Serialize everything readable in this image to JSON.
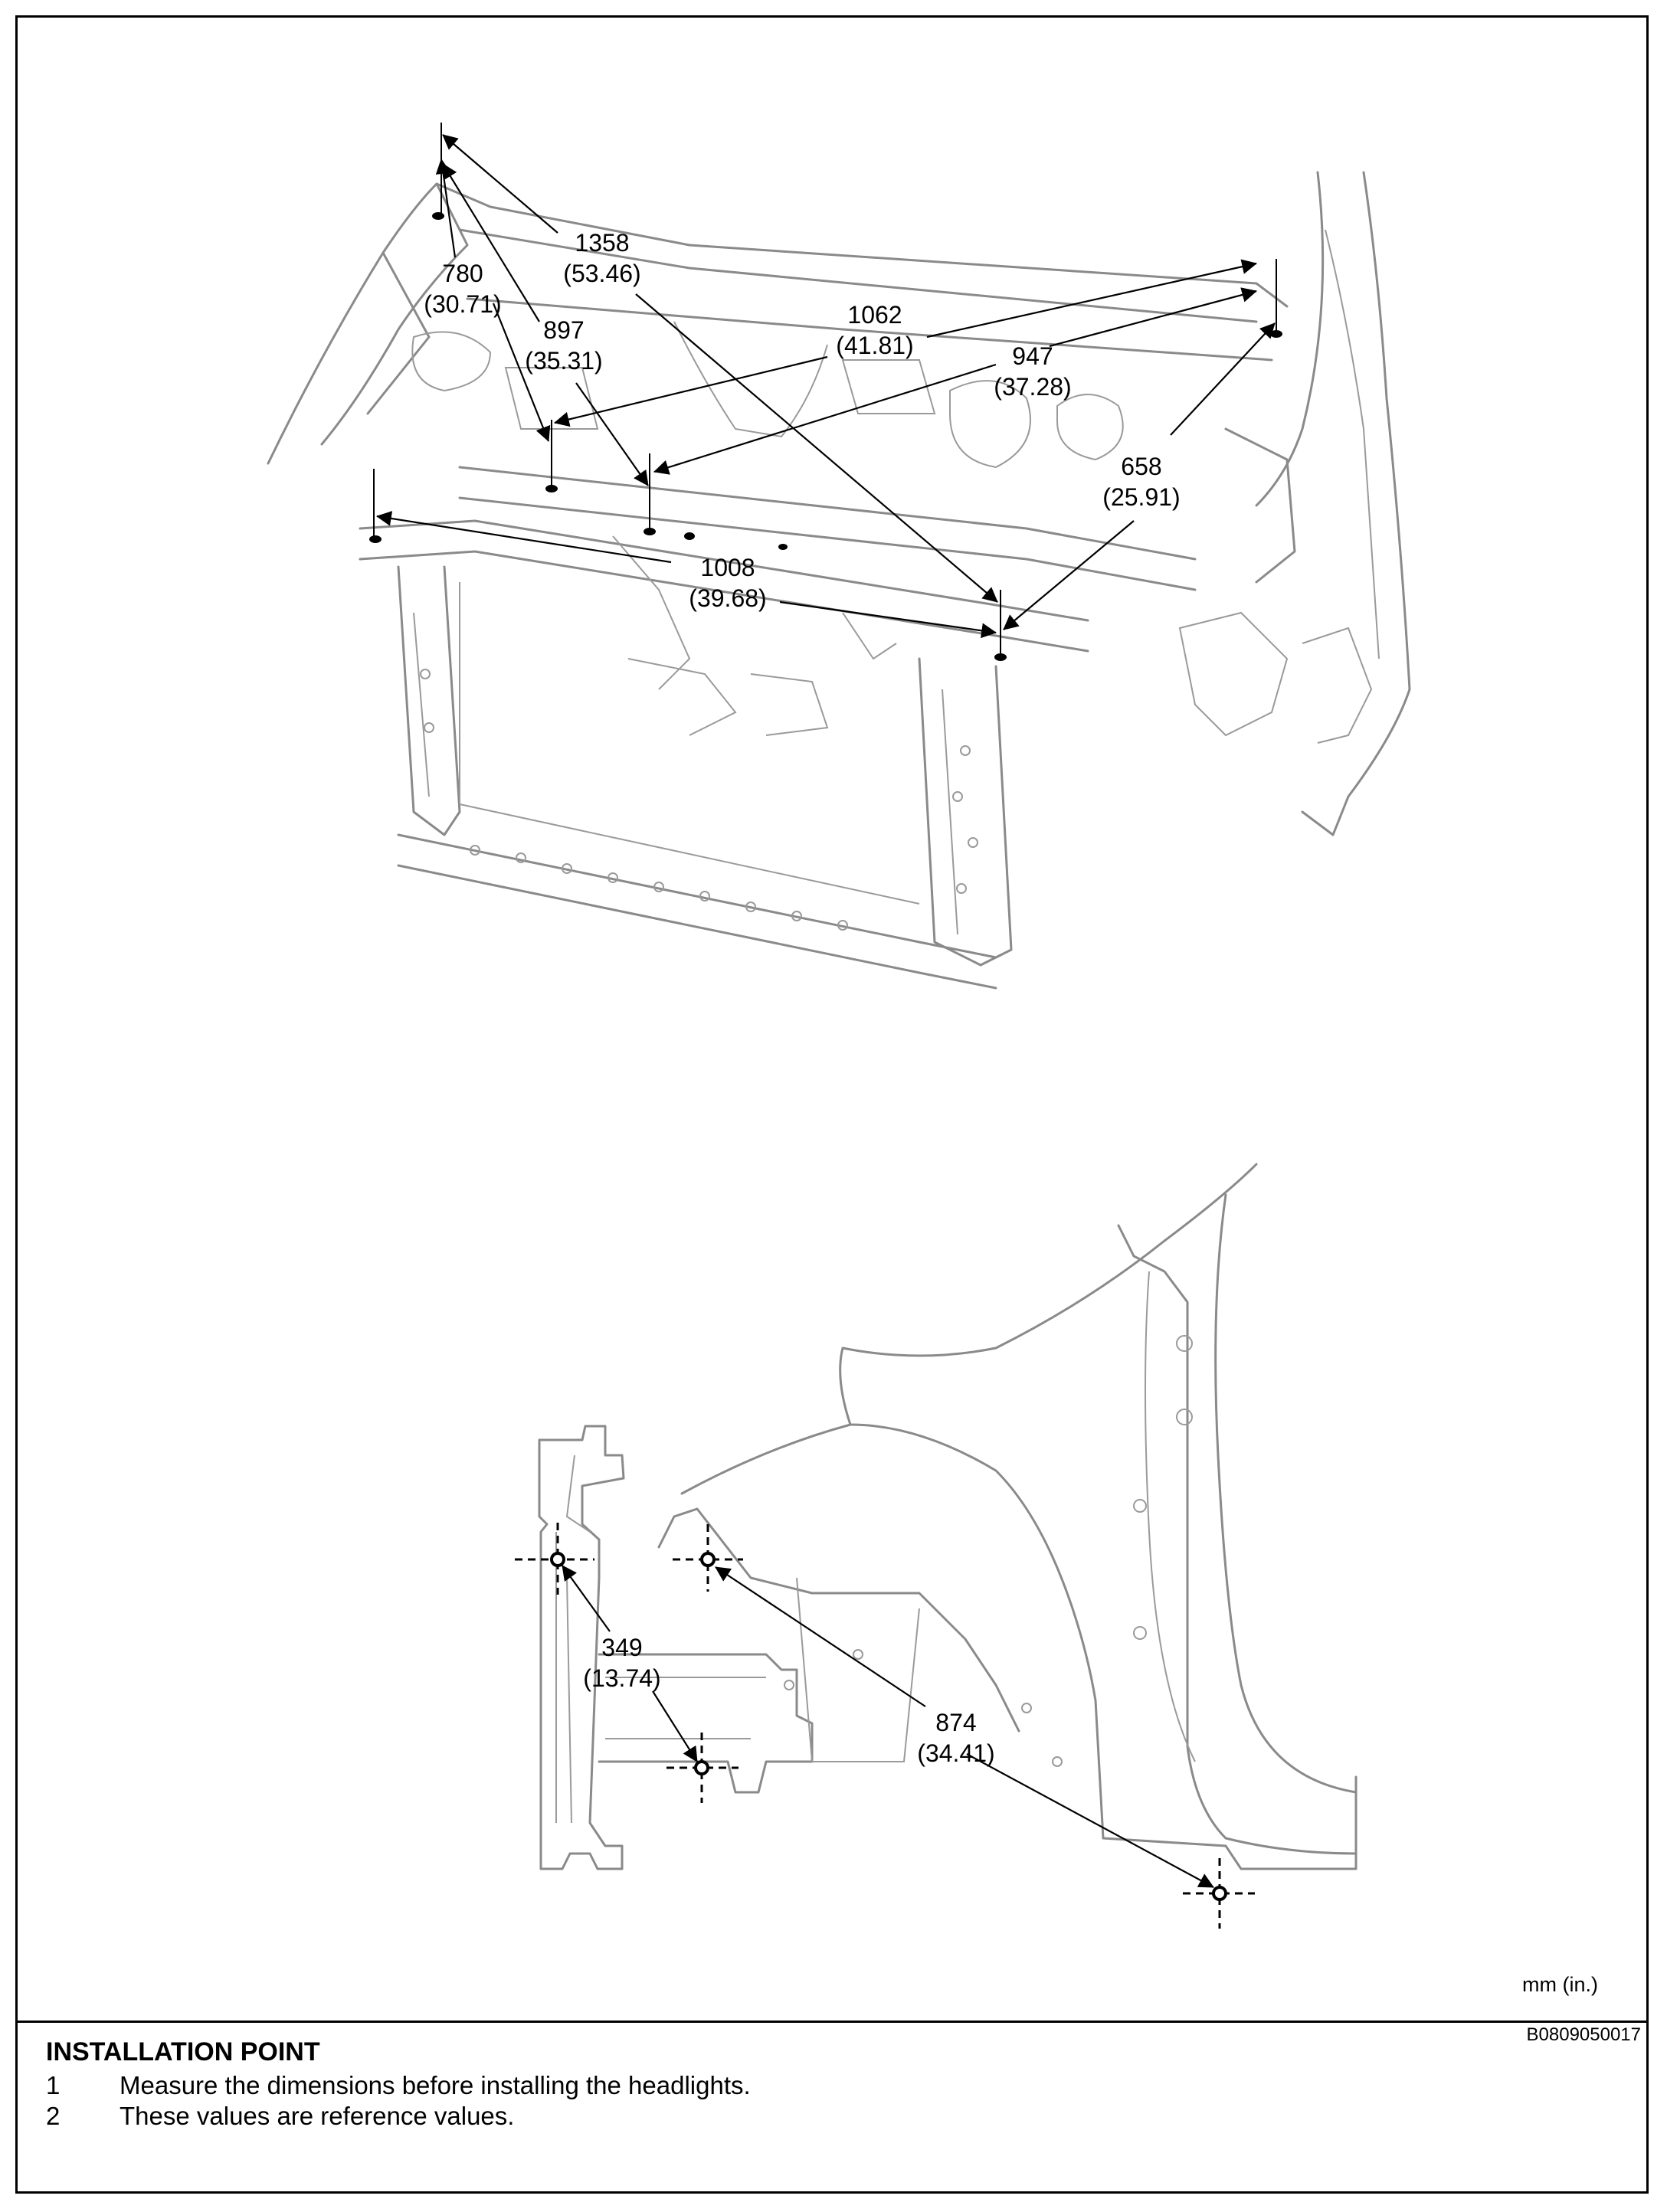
{
  "dimensions_top": [
    {
      "mm": "1358",
      "in": "(53.46)"
    },
    {
      "mm": "780",
      "in": "(30.71)"
    },
    {
      "mm": "1062",
      "in": "(41.81)"
    },
    {
      "mm": "897",
      "in": "(35.31)"
    },
    {
      "mm": "947",
      "in": "(37.28)"
    },
    {
      "mm": "658",
      "in": "(25.91)"
    },
    {
      "mm": "1008",
      "in": "(39.68)"
    }
  ],
  "dimensions_bottom": [
    {
      "mm": "349",
      "in": "(13.74)"
    },
    {
      "mm": "874",
      "in": "(34.41)"
    }
  ],
  "units_label": "mm (in.)",
  "figure_code": "B0809050017",
  "notes": {
    "title": "INSTALLATION POINT",
    "items": [
      {
        "num": "1",
        "text": "Measure the dimensions before installing the headlights."
      },
      {
        "num": "2",
        "text": "These values are reference values."
      }
    ]
  }
}
